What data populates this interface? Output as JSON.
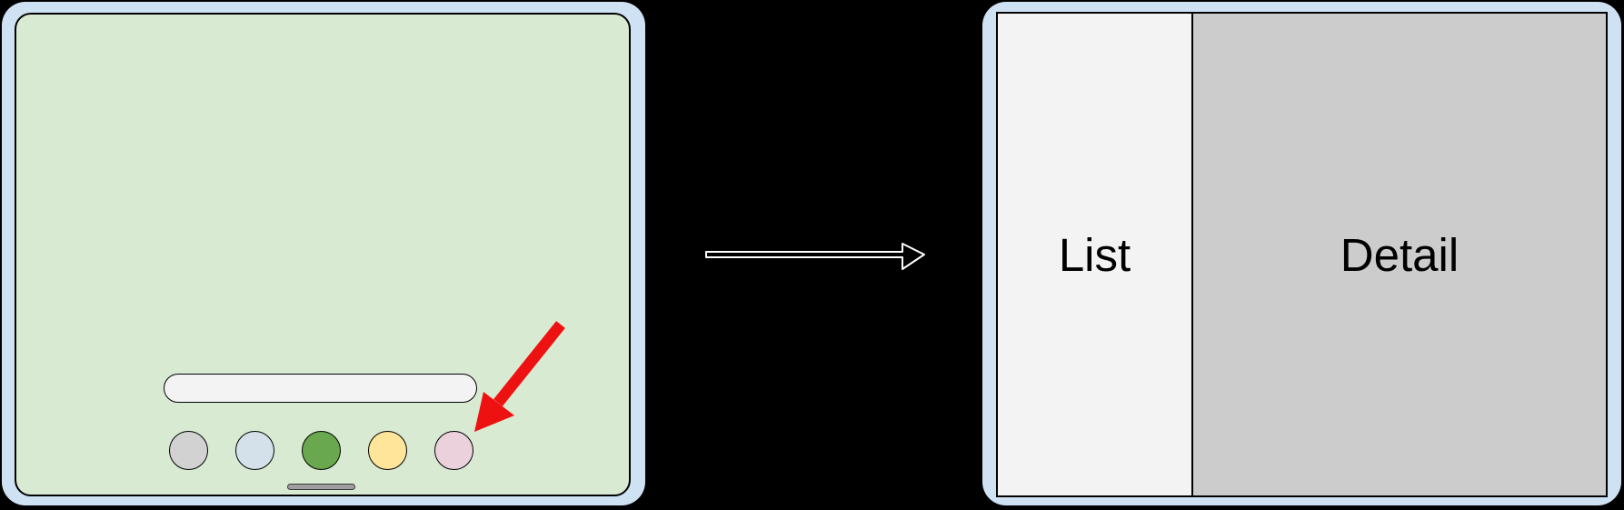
{
  "diagram": {
    "background_color": "#000000",
    "before_device": {
      "frame_color": "#cfe2f3",
      "screen_color": "#d9ead3",
      "search_pill_color": "#f3f3f3",
      "dock_icons": [
        {
          "id": "gray-app",
          "color": "#d2d2d2"
        },
        {
          "id": "blue-app",
          "color": "#d4e1ea"
        },
        {
          "id": "green-app",
          "color": "#6aa84f"
        },
        {
          "id": "yellow-app",
          "color": "#ffe599"
        },
        {
          "id": "pink-app",
          "color": "#ead1dc"
        }
      ],
      "home_indicator_color": "#9e9e9e",
      "annotation_arrow_color": "#ee1111",
      "annotation_target": "pink-app"
    },
    "transition_arrow": {
      "fill_color": "#000000",
      "outline_color": "#ffffff"
    },
    "after_device": {
      "frame_color": "#cfe2f3",
      "panes": [
        {
          "label": "List",
          "color": "#f3f3f3"
        },
        {
          "label": "Detail",
          "color": "#cccccc"
        }
      ]
    }
  }
}
